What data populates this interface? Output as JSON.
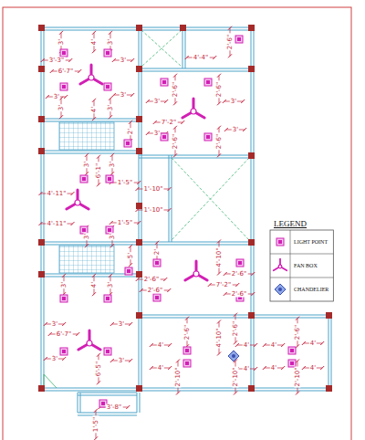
{
  "diagram": {
    "labels": [
      "3'",
      "4'",
      "3'",
      "3'-3\"",
      "3'",
      "6'-7\"",
      "3'",
      "3'",
      "3'",
      "4'",
      "3'",
      "4'-4\"",
      "2'-6\"",
      "2'-6\"",
      "2'-6\"",
      "3'",
      "3'",
      "7'-2\"",
      "3'",
      "3'",
      "2'-6\"",
      "2'-6\"",
      "2'",
      "3'",
      "6'-1\"",
      "3'",
      "1'-5\"",
      "4'-11\"",
      "1'-10\"",
      "1'-10\"",
      "4'-11\"",
      "1'-5\"",
      "3'",
      "3'",
      "4'-10\"",
      "2'",
      "5'",
      "2'-6\"",
      "2'-6\"",
      "7'-2\"",
      "2'-6\"",
      "2'-6\"",
      "3'",
      "4'",
      "3'",
      "3'",
      "3'",
      "6'-7\"",
      "3'",
      "3'",
      "6'-5\"",
      "2'-6\"",
      "4'-10\"",
      "2'-6\"",
      "2'-6\"",
      "4'",
      "4'",
      "4'",
      "4'",
      "4'",
      "4'",
      "4'",
      "4'",
      "2'-10\"",
      "2'-10\"",
      "2'-10\"",
      "3'-8\"",
      "1'-5\"",
      "LEGEND"
    ],
    "legend": [
      {
        "text": "LIGHT POINT"
      },
      {
        "text": "FAN BOX"
      },
      {
        "text": "CHANDELIER"
      }
    ]
  }
}
